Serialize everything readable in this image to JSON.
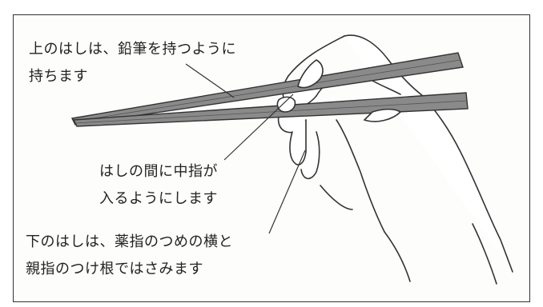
{
  "captions": {
    "upper": {
      "line1": "上のはしは、鉛筆を持つように",
      "line2": "持ちます"
    },
    "middle": {
      "line1": "はしの間に中指が",
      "line2": "入るようにします"
    },
    "lower": {
      "line1": "下のはしは、薬指のつめの横と",
      "line2": "親指のつけ根ではさみます"
    }
  },
  "colors": {
    "line": "#333333",
    "chopstick_fill": "#8a8a8a",
    "background": "#ffffff"
  }
}
